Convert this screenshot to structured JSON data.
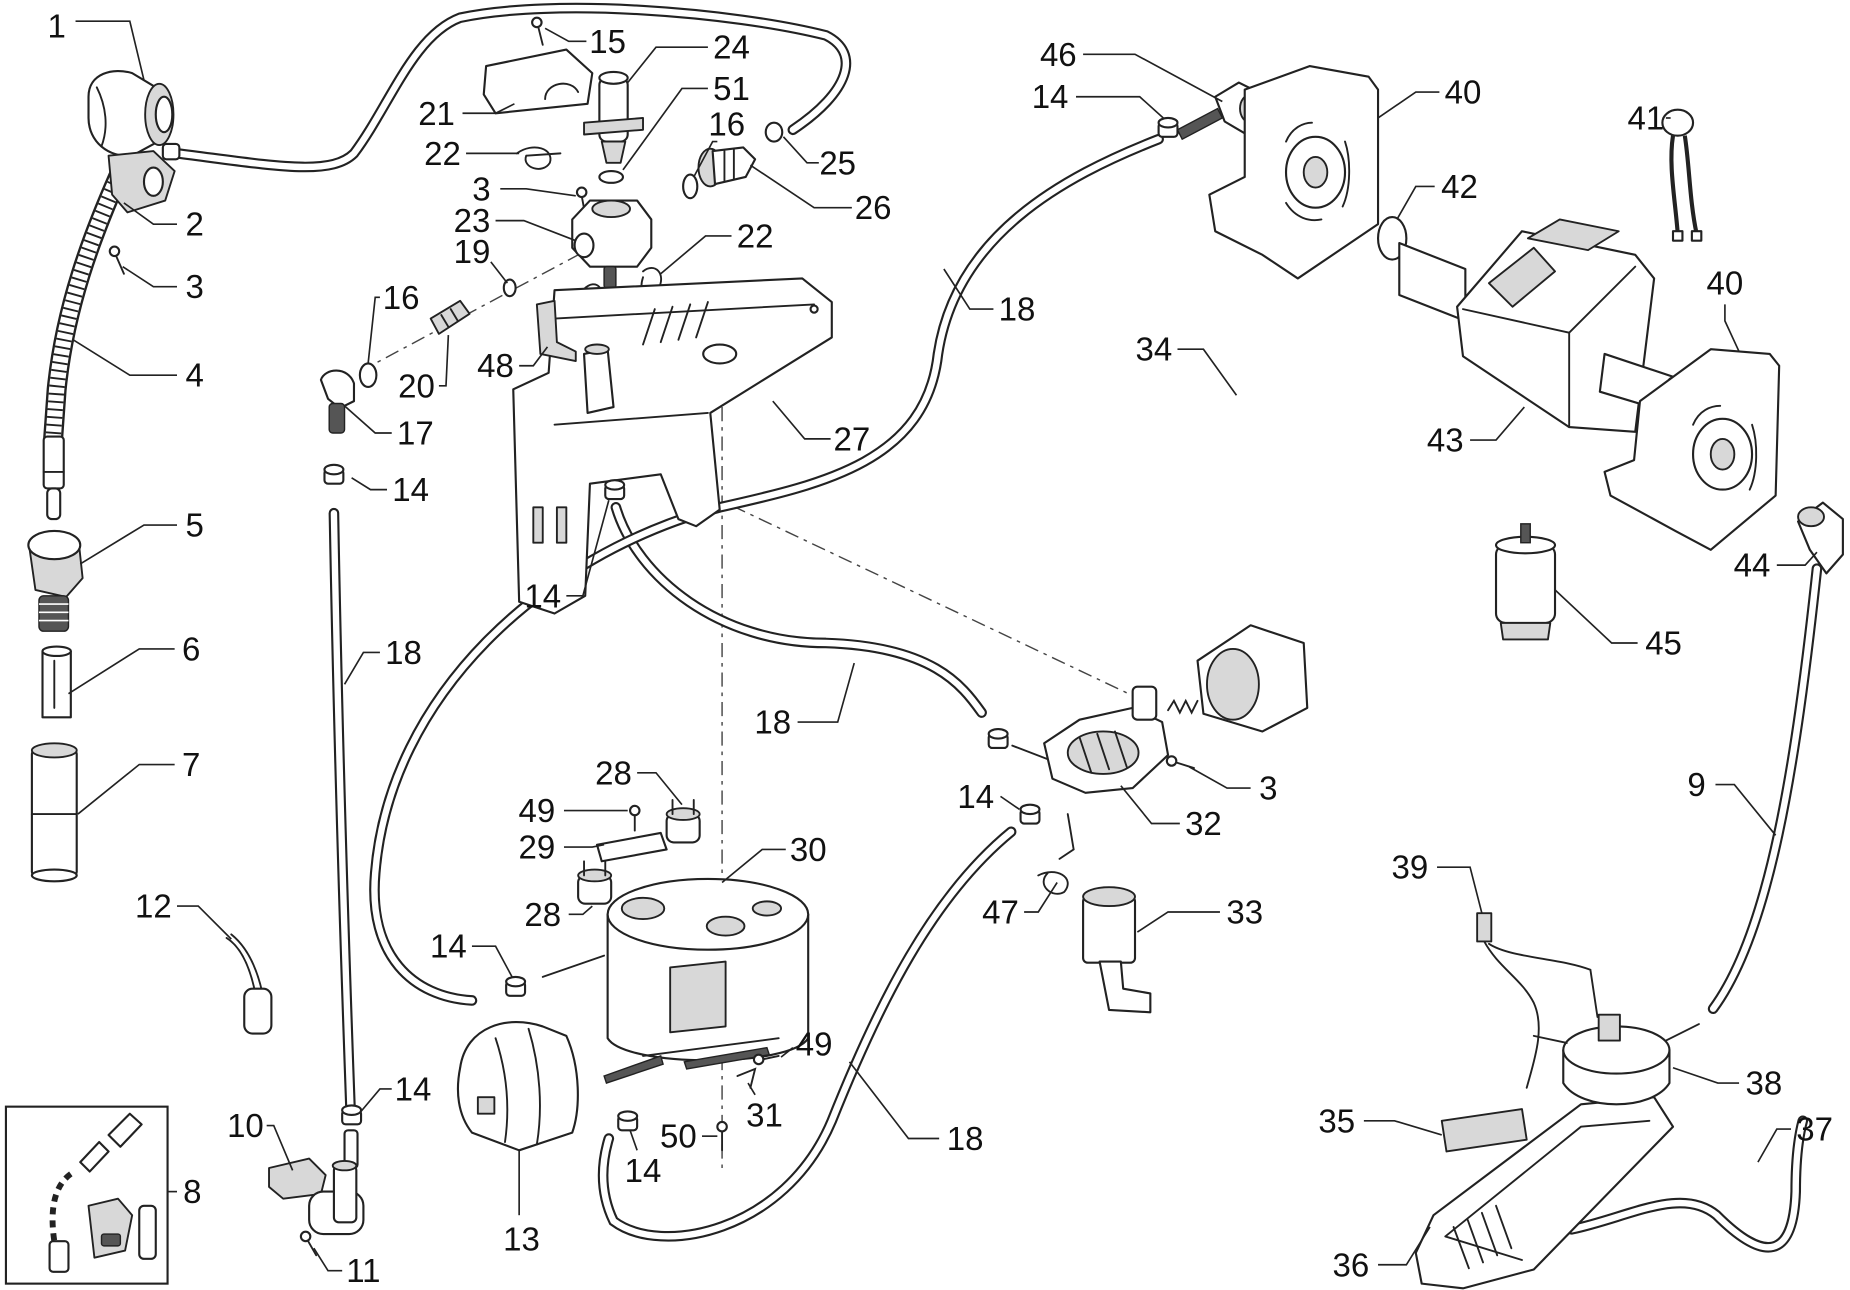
{
  "callouts": [
    "1",
    "2",
    "3",
    "4",
    "5",
    "6",
    "7",
    "8",
    "12",
    "10",
    "11",
    "13",
    "14",
    "18",
    "14",
    "17",
    "16",
    "20",
    "19",
    "23",
    "3",
    "22",
    "21",
    "15",
    "24",
    "51",
    "16",
    "25",
    "26",
    "22",
    "48",
    "27",
    "14",
    "18",
    "28",
    "49",
    "29",
    "28",
    "30",
    "14",
    "49",
    "31",
    "50",
    "14",
    "18",
    "46",
    "14",
    "18",
    "34",
    "14",
    "3",
    "32",
    "47",
    "33",
    "40",
    "42",
    "41",
    "40",
    "43",
    "44",
    "45",
    "9",
    "39",
    "38",
    "35",
    "37",
    "36"
  ]
}
